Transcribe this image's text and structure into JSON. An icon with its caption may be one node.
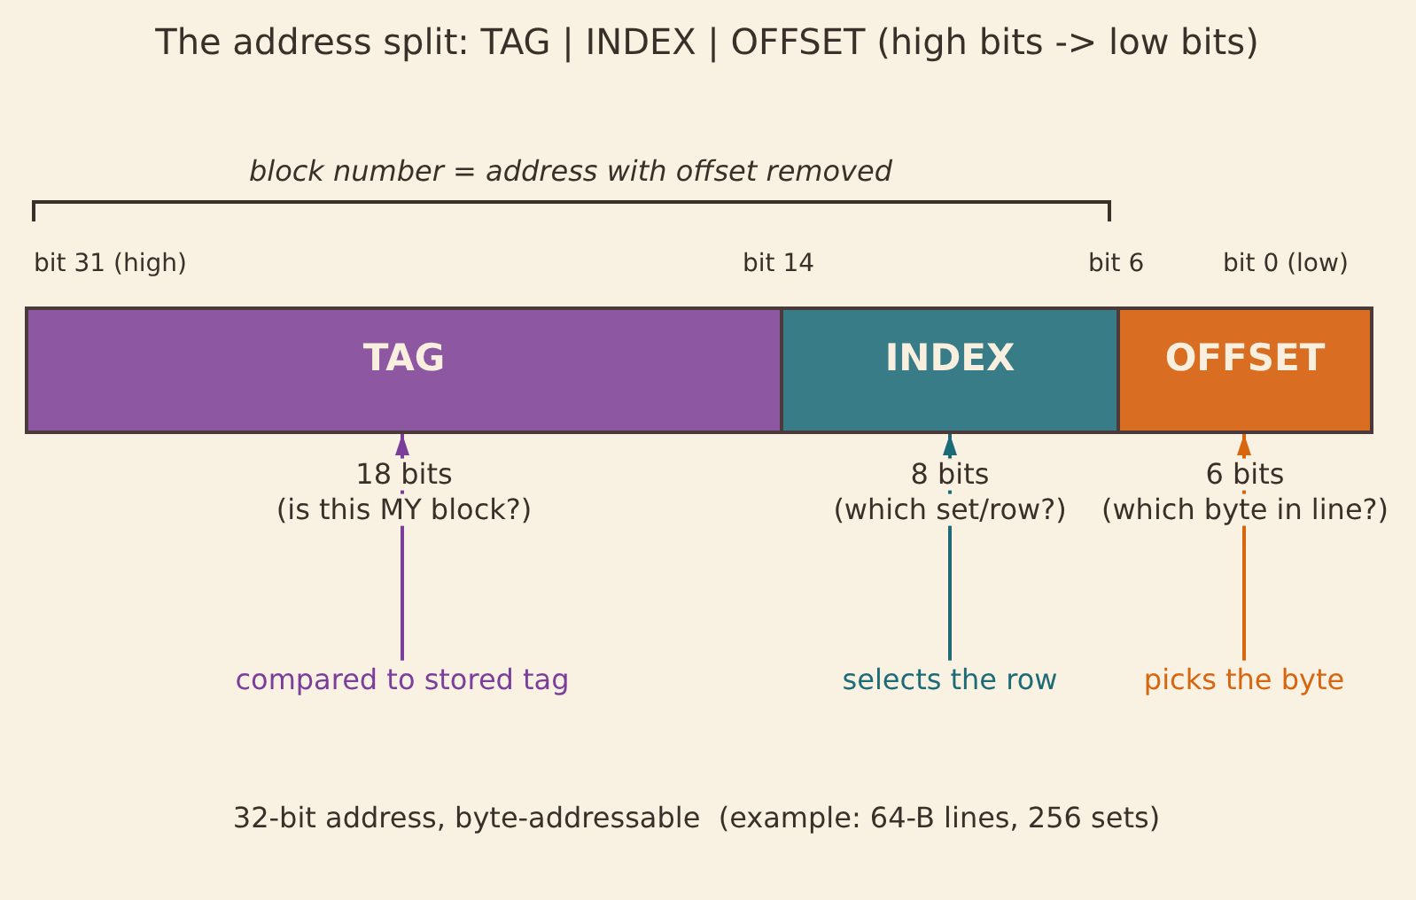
{
  "diagram": {
    "title": "The address split: TAG | INDEX | OFFSET (high bits -> low bits)",
    "caption": "32-bit address, byte-addressable  (example: 64-B lines, 256 sets)",
    "nodes": [
      {
        "text": [
          "TAG"
        ],
        "beside": [
          "18 bits",
          "(is this MY block?)"
        ]
      },
      {
        "text": [
          "INDEX"
        ],
        "beside": [
          "8 bits",
          "(which set/row?)"
        ]
      },
      {
        "text": [
          "OFFSET"
        ],
        "beside": [
          "6 bits",
          "(which byte in line?)"
        ]
      },
      {
        "text": [
          "compared to stored tag"
        ]
      },
      {
        "text": [
          "selects the row"
        ]
      },
      {
        "text": [
          "picks the byte"
        ]
      }
    ],
    "edges": [
      {
        "from": 3,
        "to": 0,
        "arrow": "to",
        "color": "#7b3f9b"
      },
      {
        "from": 4,
        "to": 1,
        "arrow": "to",
        "color": "#1d6b76"
      },
      {
        "from": 5,
        "to": 2,
        "arrow": "to",
        "color": "#d8650f"
      }
    ],
    "labels": [
      "block number = address with offset removed",
      "bit 31 (high)",
      "bit 14",
      "bit 6",
      "bit 0 (low)"
    ]
  }
}
